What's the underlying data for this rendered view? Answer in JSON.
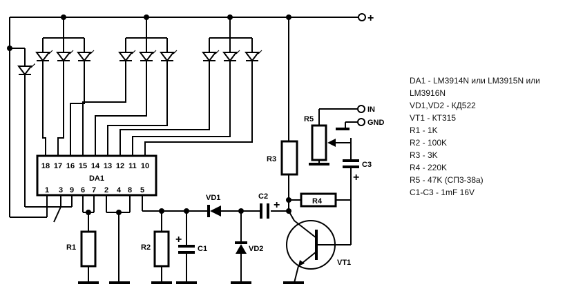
{
  "supply": {
    "plus": "+"
  },
  "chip": {
    "name": "DA1",
    "top_pins": [
      "18",
      "17",
      "16",
      "15",
      "14",
      "13",
      "12",
      "11",
      "10"
    ],
    "bottom_pins": [
      "1",
      "3",
      "9",
      "6",
      "7",
      "2",
      "4",
      "8",
      "5"
    ]
  },
  "components": {
    "r1": "R1",
    "r2": "R2",
    "r3": "R3",
    "r4": "R4",
    "r5": "R5",
    "c1": "C1",
    "c2": "C2",
    "c3": "C3",
    "vd1": "VD1",
    "vd2": "VD2",
    "vt1": "VT1",
    "plus_sign": "+"
  },
  "terminals": {
    "in": "IN",
    "gnd": "GND"
  },
  "notes": [
    "DA1 - LM3914N или LM3915N или",
    "LM3916N",
    "VD1,VD2 - КД522",
    "VT1 - КТ315",
    "R1 - 1K",
    "R2 - 100K",
    "R3 - 3K",
    "R4 - 220K",
    "R5 - 47K (СП3-38а)",
    "C1-C3 - 1mF 16V"
  ]
}
